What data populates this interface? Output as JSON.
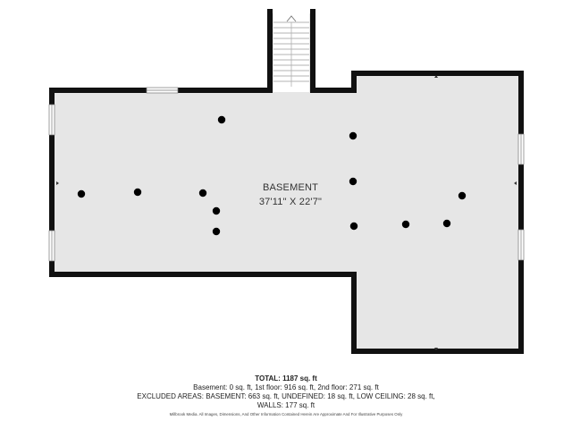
{
  "room": {
    "name": "BASEMENT",
    "dimensions": "37'11\" X 22'7\""
  },
  "summary": {
    "total_prefix": "TOTAL:",
    "total_value": "1187 sq. ft",
    "floors_line": "Basement: 0 sq. ft, 1st floor: 916 sq. ft, 2nd floor: 271 sq. ft",
    "excluded_line": "EXCLUDED AREAS: BASEMENT: 663 sq. ft, UNDEFINED: 18 sq. ft, LOW CEILING: 28 sq. ft,",
    "walls_line": "WALLS: 177 sq. ft",
    "disclaimer": "Millbrook Media. All Images, Dimensions, And Other Information Contained Herein Are Approximate And For Illustrative Purposes Only"
  },
  "colors": {
    "floor": "#e6e6e6",
    "wall": "#111111",
    "fixture": "#000000"
  },
  "icons": [
    "stair-icon",
    "window-icon",
    "ceiling-light-icon",
    "dimension-tick-icon"
  ]
}
